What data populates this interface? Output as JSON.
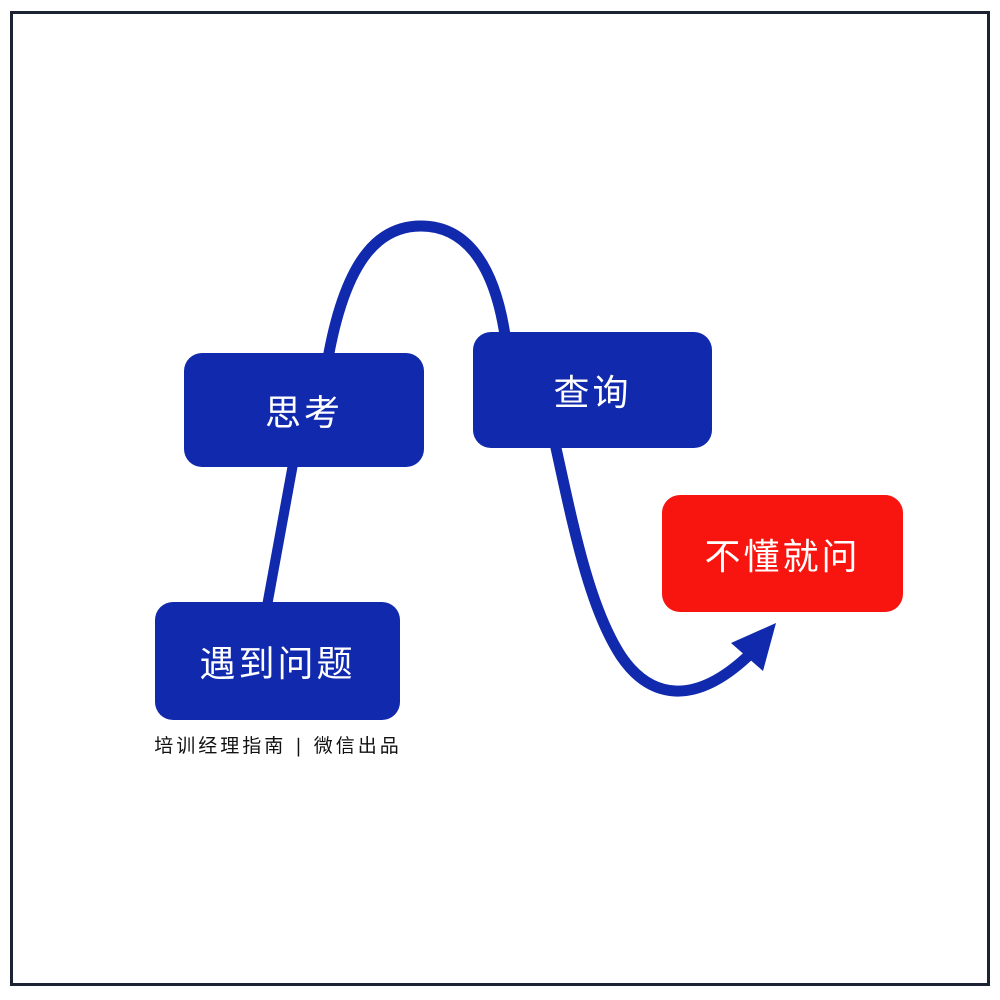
{
  "frame": {
    "border_color": "#1c2333",
    "background_color": "#ffffff"
  },
  "colors": {
    "node_blue": "#1129ad",
    "node_red": "#f9150f",
    "curve_blue": "#1129ad",
    "node_text": "#ffffff",
    "caption_text": "#111111"
  },
  "nodes": [
    {
      "id": "problem",
      "label": "遇到问题",
      "color": "#1129ad"
    },
    {
      "id": "think",
      "label": "思考",
      "color": "#1129ad"
    },
    {
      "id": "query",
      "label": "查询",
      "color": "#1129ad"
    },
    {
      "id": "ask",
      "label": "不懂就问",
      "color": "#f9150f"
    }
  ],
  "edges": [
    {
      "from": "problem",
      "to": "think",
      "style": "straight-line"
    },
    {
      "from": "think",
      "to": "query",
      "style": "arch-curve"
    },
    {
      "from": "query",
      "to": "ask",
      "style": "swoosh-arrow"
    }
  ],
  "caption": {
    "text": "培训经理指南 | 微信出品"
  }
}
